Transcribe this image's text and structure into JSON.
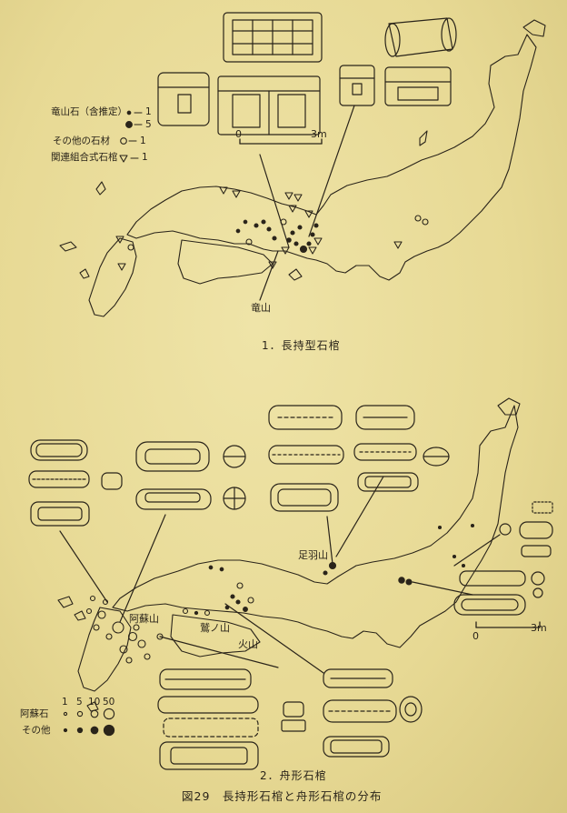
{
  "colors": {
    "paper": "#ebdf9e",
    "ink": "#2a241a"
  },
  "top_legend": {
    "rows": [
      {
        "label": "竜山石（含推定）",
        "items": [
          {
            "symbol": "small-dot",
            "value": "1"
          },
          {
            "symbol": "large-dot",
            "value": "5"
          }
        ]
      },
      {
        "label": "その他の石材",
        "items": [
          {
            "symbol": "open-circle",
            "value": "1"
          }
        ]
      },
      {
        "label": "関連組合式石棺",
        "items": [
          {
            "symbol": "open-triangle",
            "value": "1"
          }
        ]
      }
    ]
  },
  "top_scale": {
    "start": "0",
    "end": "3m"
  },
  "top_places": {
    "tatsuyama": "竜山"
  },
  "top_caption": "1．長持型石棺",
  "bottom_places": {
    "ashiwayama": "足羽山",
    "asosan": "阿蘇山",
    "washinoyama": "鷲ノ山",
    "kazan": "火山"
  },
  "bottom_scale": {
    "start": "0",
    "end": "3m"
  },
  "bottom_legend": {
    "scale_values": [
      "1",
      "5",
      "10",
      "50"
    ],
    "rows": [
      {
        "label": "阿蘇石",
        "symbol": "open-circle"
      },
      {
        "label": "その他",
        "symbol": "filled-circle"
      }
    ]
  },
  "bottom_caption": "2．舟形石棺",
  "figure_caption": "図29　長持形石棺と舟形石棺の分布"
}
